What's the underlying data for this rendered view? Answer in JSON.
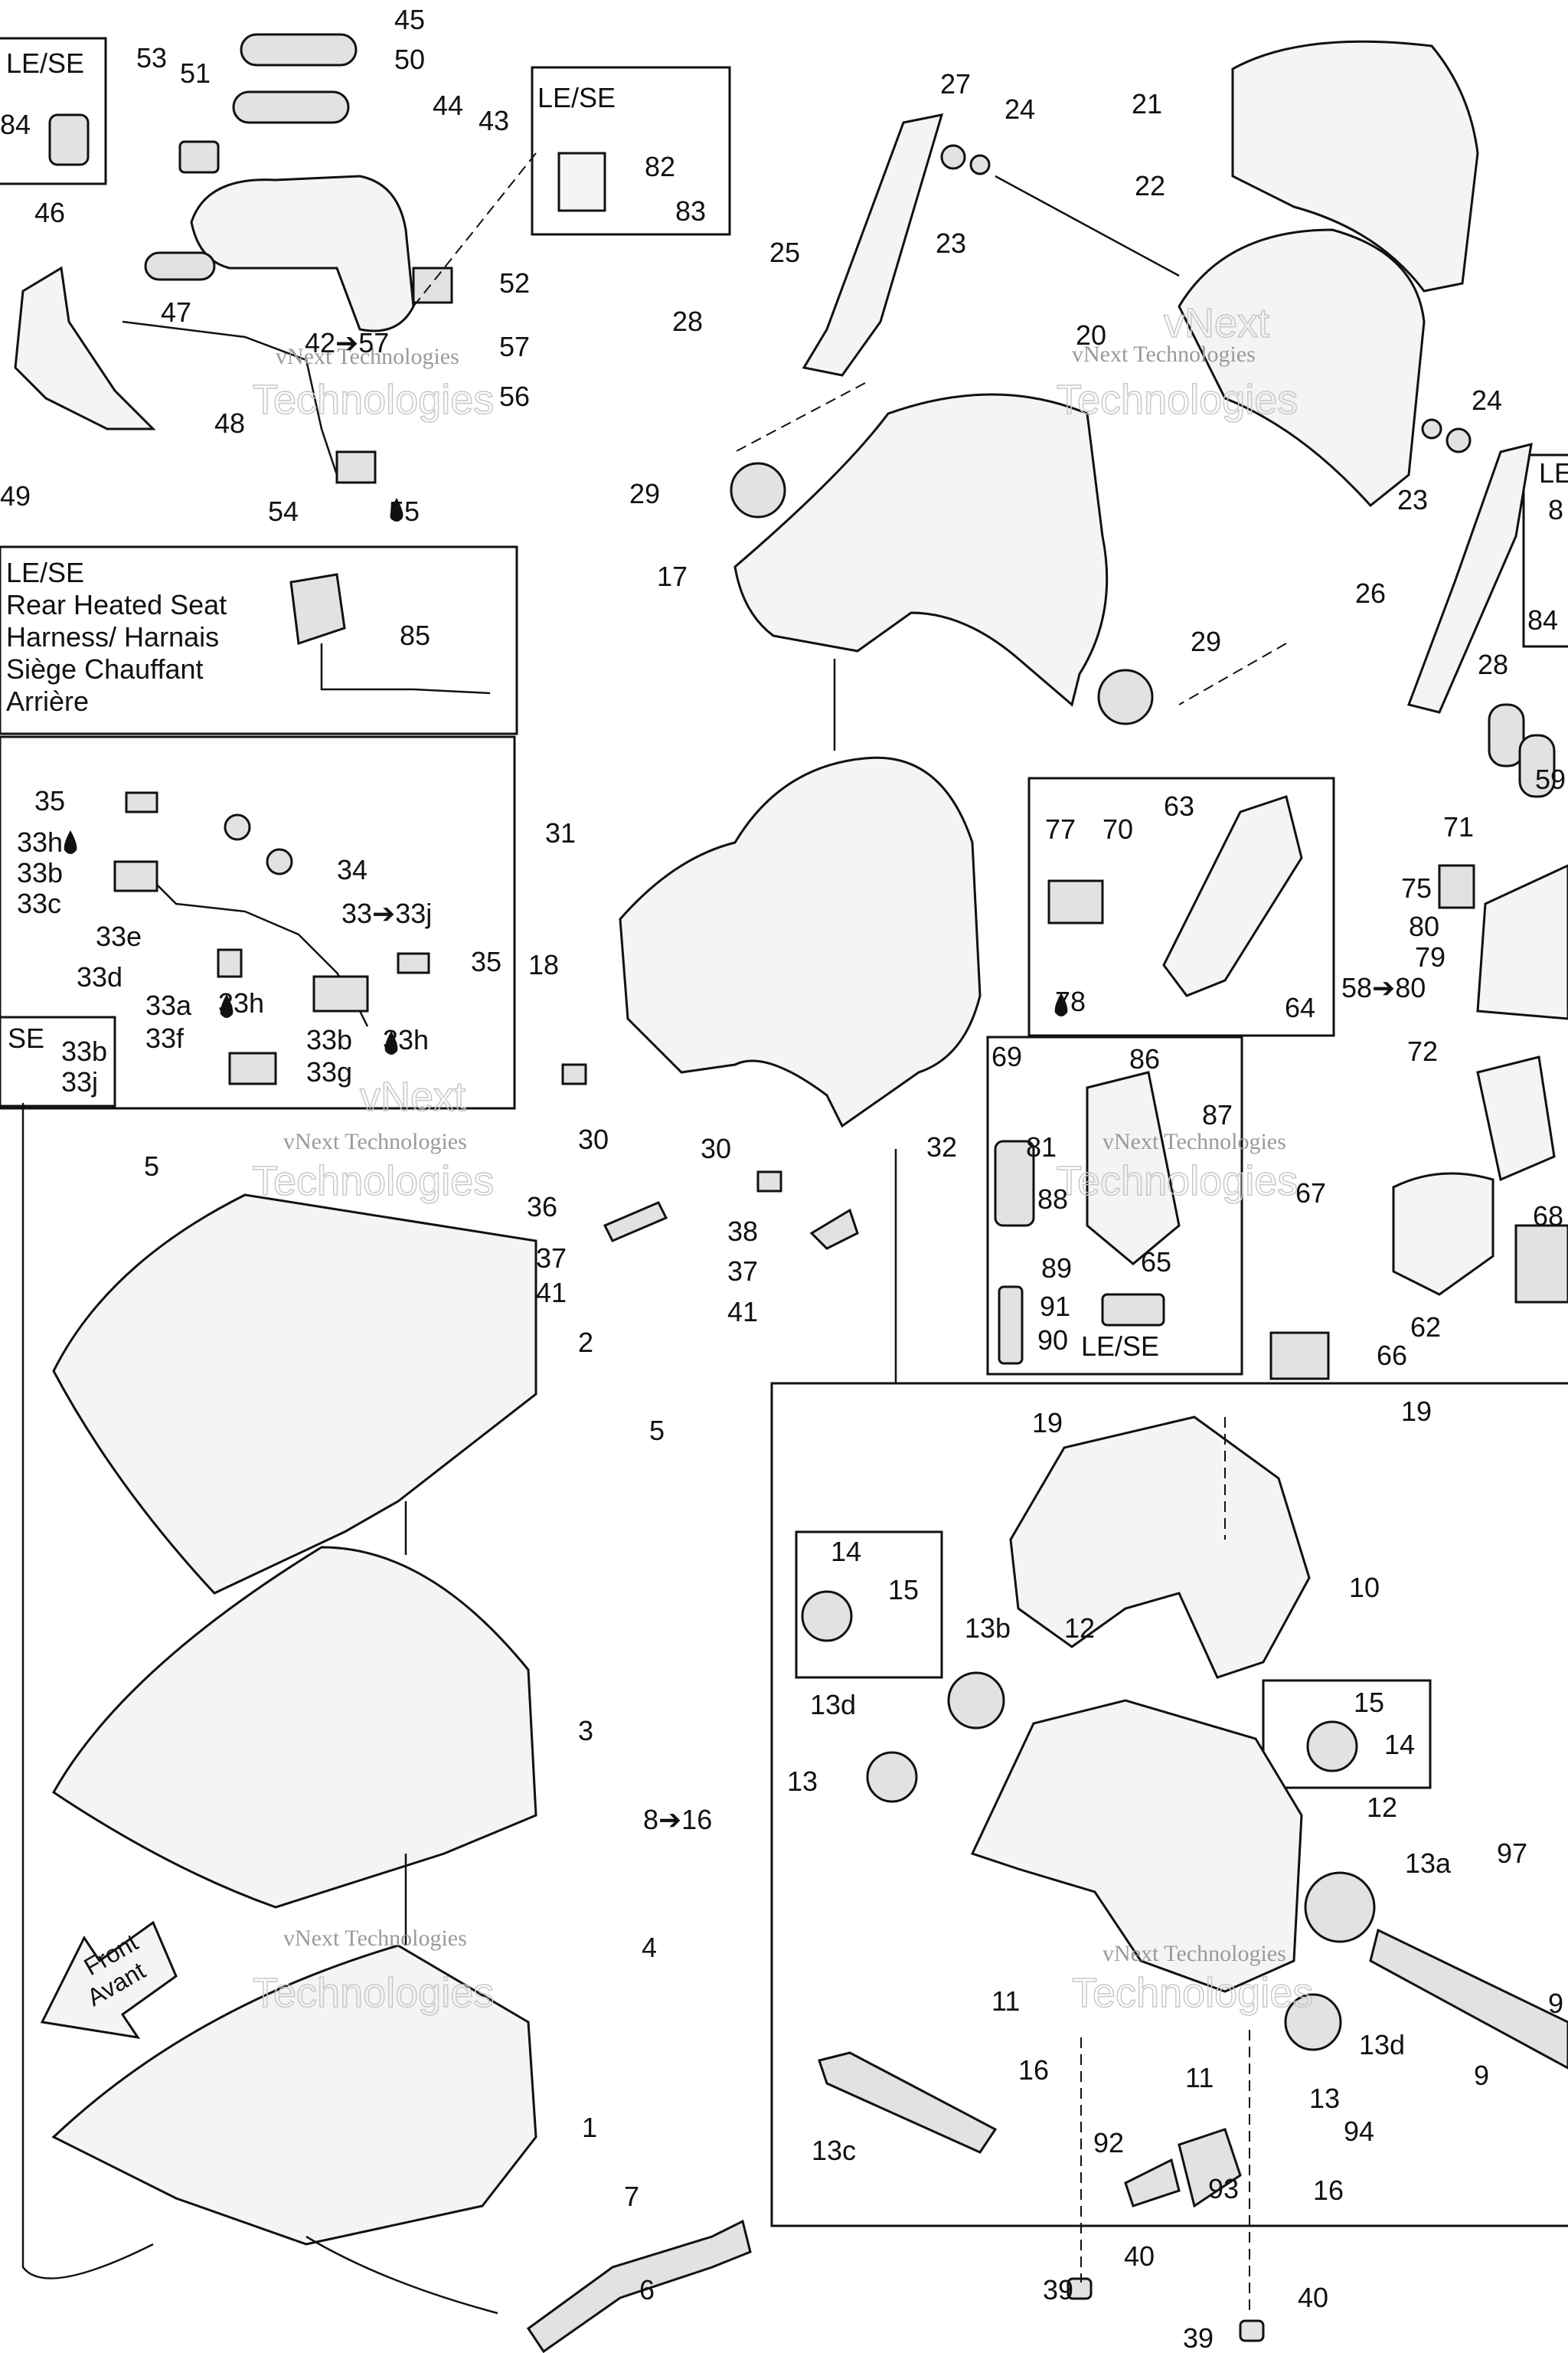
{
  "watermark": {
    "line1": "vNext Technologies",
    "line2": "Technologies",
    "line3": "vNext"
  },
  "inset_labels": {
    "le_se": "LE/SE",
    "le_partial": "LE",
    "se": "SE",
    "rear_heated_seat": [
      "LE/SE",
      "Rear Heated Seat",
      "Harness/ Harnais",
      "Siège Chauffant",
      "Arrière"
    ],
    "front_avant": [
      "Front",
      "Avant"
    ]
  },
  "callouts": [
    {
      "id": "c45",
      "text": "45"
    },
    {
      "id": "c50",
      "text": "50"
    },
    {
      "id": "c53",
      "text": "53"
    },
    {
      "id": "c51",
      "text": "51"
    },
    {
      "id": "c84a",
      "text": "84"
    },
    {
      "id": "c44",
      "text": "44"
    },
    {
      "id": "c43",
      "text": "43"
    },
    {
      "id": "c82",
      "text": "82"
    },
    {
      "id": "c83",
      "text": "83"
    },
    {
      "id": "c46",
      "text": "46"
    },
    {
      "id": "c47",
      "text": "47"
    },
    {
      "id": "c52",
      "text": "52"
    },
    {
      "id": "c42",
      "text": "42➔57"
    },
    {
      "id": "c57",
      "text": "57"
    },
    {
      "id": "c56",
      "text": "56"
    },
    {
      "id": "c48",
      "text": "48"
    },
    {
      "id": "c49",
      "text": "49"
    },
    {
      "id": "c54",
      "text": "54"
    },
    {
      "id": "c55",
      "text": "55"
    },
    {
      "id": "c27",
      "text": "27"
    },
    {
      "id": "c24a",
      "text": "24"
    },
    {
      "id": "c22",
      "text": "22"
    },
    {
      "id": "c21",
      "text": "21"
    },
    {
      "id": "c25",
      "text": "25"
    },
    {
      "id": "c23a",
      "text": "23"
    },
    {
      "id": "c28a",
      "text": "28"
    },
    {
      "id": "c20",
      "text": "20"
    },
    {
      "id": "c24b",
      "text": "24"
    },
    {
      "id": "c23b",
      "text": "23"
    },
    {
      "id": "c29a",
      "text": "29"
    },
    {
      "id": "c17",
      "text": "17"
    },
    {
      "id": "c26",
      "text": "26"
    },
    {
      "id": "c84b",
      "text": "84"
    },
    {
      "id": "c28b",
      "text": "28"
    },
    {
      "id": "c29b",
      "text": "29"
    },
    {
      "id": "c85",
      "text": "85"
    },
    {
      "id": "c35a",
      "text": "35"
    },
    {
      "id": "c33h1",
      "text": "33h"
    },
    {
      "id": "c33b1",
      "text": "33b"
    },
    {
      "id": "c33c",
      "text": "33c"
    },
    {
      "id": "c34",
      "text": "34"
    },
    {
      "id": "c33",
      "text": "33➔33j"
    },
    {
      "id": "c33e",
      "text": "33e"
    },
    {
      "id": "c35b",
      "text": "35"
    },
    {
      "id": "c33d",
      "text": "33d"
    },
    {
      "id": "c33a",
      "text": "33a"
    },
    {
      "id": "c33h2",
      "text": "33h"
    },
    {
      "id": "c33f",
      "text": "33f"
    },
    {
      "id": "c33b2",
      "text": "33b"
    },
    {
      "id": "c33h3",
      "text": "33h"
    },
    {
      "id": "c33g",
      "text": "33g"
    },
    {
      "id": "c33b3",
      "text": "33b"
    },
    {
      "id": "c33j",
      "text": "33j"
    },
    {
      "id": "c31",
      "text": "31"
    },
    {
      "id": "c18",
      "text": "18"
    },
    {
      "id": "c77",
      "text": "77"
    },
    {
      "id": "c70",
      "text": "70"
    },
    {
      "id": "c63",
      "text": "63"
    },
    {
      "id": "c78",
      "text": "78"
    },
    {
      "id": "c64",
      "text": "64"
    },
    {
      "id": "c71",
      "text": "71"
    },
    {
      "id": "c59",
      "text": "59"
    },
    {
      "id": "c75",
      "text": "75"
    },
    {
      "id": "c80",
      "text": "80"
    },
    {
      "id": "c79",
      "text": "79"
    },
    {
      "id": "c58",
      "text": "58➔80"
    },
    {
      "id": "c72",
      "text": "72"
    },
    {
      "id": "c69",
      "text": "69"
    },
    {
      "id": "c86",
      "text": "86"
    },
    {
      "id": "c87",
      "text": "87"
    },
    {
      "id": "c81",
      "text": "81"
    },
    {
      "id": "c88",
      "text": "88"
    },
    {
      "id": "c89",
      "text": "89"
    },
    {
      "id": "c65",
      "text": "65"
    },
    {
      "id": "c91",
      "text": "91"
    },
    {
      "id": "c90",
      "text": "90"
    },
    {
      "id": "c67",
      "text": "67"
    },
    {
      "id": "c68",
      "text": "68"
    },
    {
      "id": "c62",
      "text": "62"
    },
    {
      "id": "c66",
      "text": "66"
    },
    {
      "id": "c30a",
      "text": "30"
    },
    {
      "id": "c30b",
      "text": "30"
    },
    {
      "id": "c32",
      "text": "32"
    },
    {
      "id": "c36",
      "text": "36"
    },
    {
      "id": "c37a",
      "text": "37"
    },
    {
      "id": "c41a",
      "text": "41"
    },
    {
      "id": "c38",
      "text": "38"
    },
    {
      "id": "c37b",
      "text": "37"
    },
    {
      "id": "c41b",
      "text": "41"
    },
    {
      "id": "c5a",
      "text": "5"
    },
    {
      "id": "c2",
      "text": "2"
    },
    {
      "id": "c5b",
      "text": "5"
    },
    {
      "id": "c19a",
      "text": "19"
    },
    {
      "id": "c19b",
      "text": "19"
    },
    {
      "id": "c10",
      "text": "10"
    },
    {
      "id": "c14a",
      "text": "14"
    },
    {
      "id": "c15a",
      "text": "15"
    },
    {
      "id": "c13b",
      "text": "13b"
    },
    {
      "id": "c12a",
      "text": "12"
    },
    {
      "id": "c13d1",
      "text": "13d"
    },
    {
      "id": "c15b",
      "text": "15"
    },
    {
      "id": "c14b",
      "text": "14"
    },
    {
      "id": "c13a1",
      "text": "13"
    },
    {
      "id": "c3",
      "text": "3"
    },
    {
      "id": "c8",
      "text": "8➔16"
    },
    {
      "id": "c12b",
      "text": "12"
    },
    {
      "id": "c13a",
      "text": "13a"
    },
    {
      "id": "c97",
      "text": "97"
    },
    {
      "id": "c4",
      "text": "4"
    },
    {
      "id": "c11a",
      "text": "11"
    },
    {
      "id": "c13d2",
      "text": "13d"
    },
    {
      "id": "c16a",
      "text": "16"
    },
    {
      "id": "c11b",
      "text": "11"
    },
    {
      "id": "c9",
      "text": "9"
    },
    {
      "id": "c13b1",
      "text": "13"
    },
    {
      "id": "c94",
      "text": "94"
    },
    {
      "id": "c1",
      "text": "1"
    },
    {
      "id": "c13c",
      "text": "13c"
    },
    {
      "id": "c92",
      "text": "92"
    },
    {
      "id": "c93",
      "text": "93"
    },
    {
      "id": "c16b",
      "text": "16"
    },
    {
      "id": "c7",
      "text": "7"
    },
    {
      "id": "c6",
      "text": "6"
    },
    {
      "id": "c40a",
      "text": "40"
    },
    {
      "id": "c39a",
      "text": "39"
    },
    {
      "id": "c40b",
      "text": "40"
    },
    {
      "id": "c39b",
      "text": "39"
    },
    {
      "id": "c8p",
      "text": "8"
    },
    {
      "id": "c9p",
      "text": "9"
    }
  ]
}
